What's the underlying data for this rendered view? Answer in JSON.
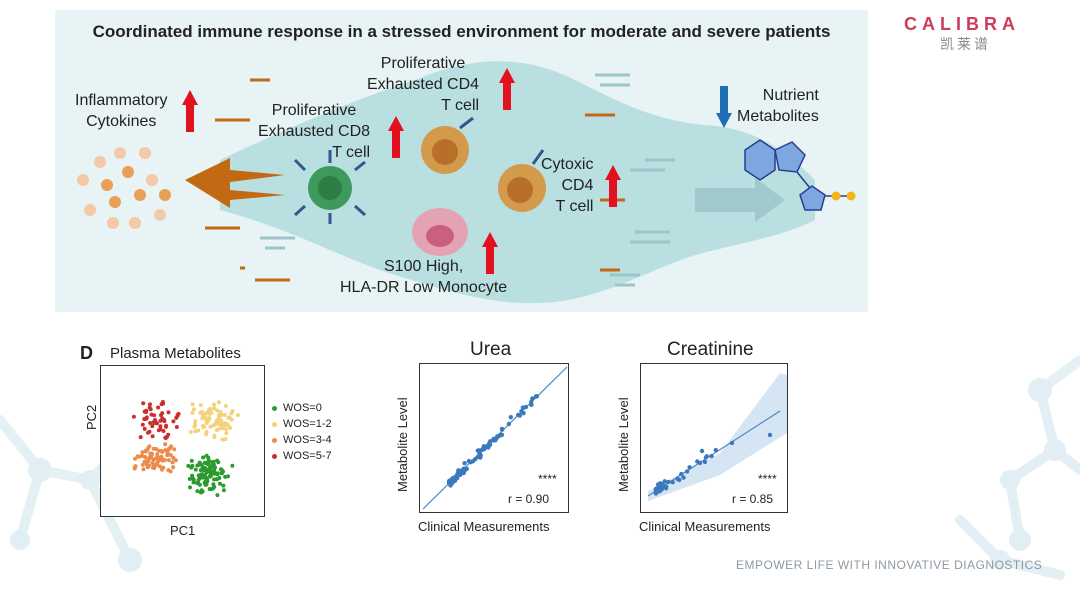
{
  "brand": {
    "logo_text": "CALIBRA",
    "logo_cn": "凯莱谱",
    "slogan": "EMPOWER LIFE WITH INNOVATIVE DIAGNOSTICS",
    "colors": {
      "logo_red": "#d13a5b",
      "logo_blue": "#3b4fc4",
      "panel_bg": "#e8f3f5",
      "up_arrow": "#e2111f",
      "down_arrow": "#1f6fb8"
    }
  },
  "schematic": {
    "title": "Coordinated immune response in a stressed environment for moderate and severe patients",
    "inflammatory": [
      "Inflammatory",
      "Cytokines"
    ],
    "cd8": [
      "Proliferative",
      "Exhausted CD8",
      "T cell"
    ],
    "cd4_exhausted": [
      "Proliferative",
      "Exhausted CD4",
      "T cell"
    ],
    "cytotoxic": [
      "Cytoxic",
      "CD4",
      "T cell"
    ],
    "monocyte": [
      "S100 High,",
      "HLA-DR Low Monocyte"
    ],
    "nutrient": [
      "Nutrient",
      "Metabolites"
    ]
  },
  "panel_label": "D",
  "pca": {
    "title": "Plasma Metabolites",
    "xlabel": "PC1",
    "ylabel": "PC2",
    "legend": [
      {
        "label": "WOS=0",
        "color": "#2c9b2f"
      },
      {
        "label": "WOS=1-2",
        "color": "#f3d27a"
      },
      {
        "label": "WOS=3-4",
        "color": "#ec8b4a"
      },
      {
        "label": "WOS=5-7",
        "color": "#c8312d"
      }
    ]
  },
  "urea": {
    "title": "Urea",
    "xlabel": "Clinical Measurements",
    "ylabel": "Metabolite Level",
    "significance": "****",
    "r_text": "r = 0.90"
  },
  "creatinine": {
    "title": "Creatinine",
    "xlabel": "Clinical Measurements",
    "ylabel": "Metabolite Level",
    "significance": "****",
    "r_text": "r = 0.85"
  }
}
